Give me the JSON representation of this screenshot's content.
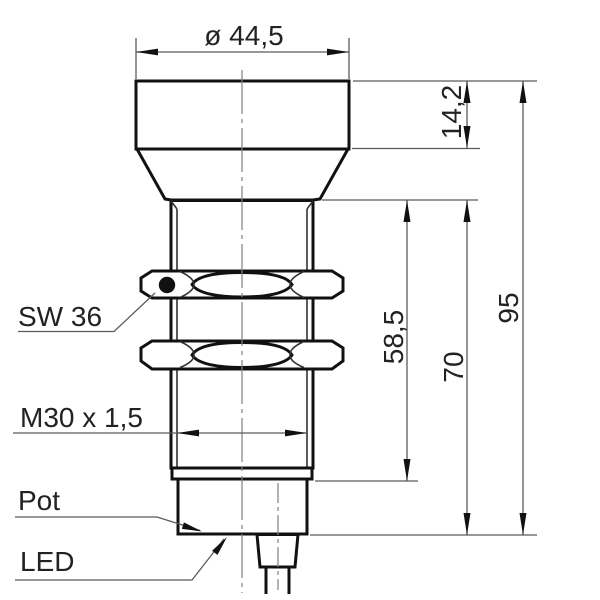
{
  "page": {
    "background": "#ffffff"
  },
  "drawing": {
    "type": "technical-dimension-drawing",
    "subject": "cylindrical sensor with M30 thread, side view",
    "dimensions": {
      "diameter_top": "ø 44,5",
      "head_height": "14,2",
      "thread_length": "58,5",
      "housing_length": "70",
      "total_length": "95"
    },
    "labels": {
      "wrench_size": "SW 36",
      "thread_spec": "M30 x 1,5",
      "potentiometer": "Pot",
      "led": "LED"
    },
    "colors": {
      "outline": "#111111",
      "thin_line": "#5a5a5a",
      "center_line": "#808080",
      "text": "#222222",
      "background": "#ffffff"
    }
  }
}
